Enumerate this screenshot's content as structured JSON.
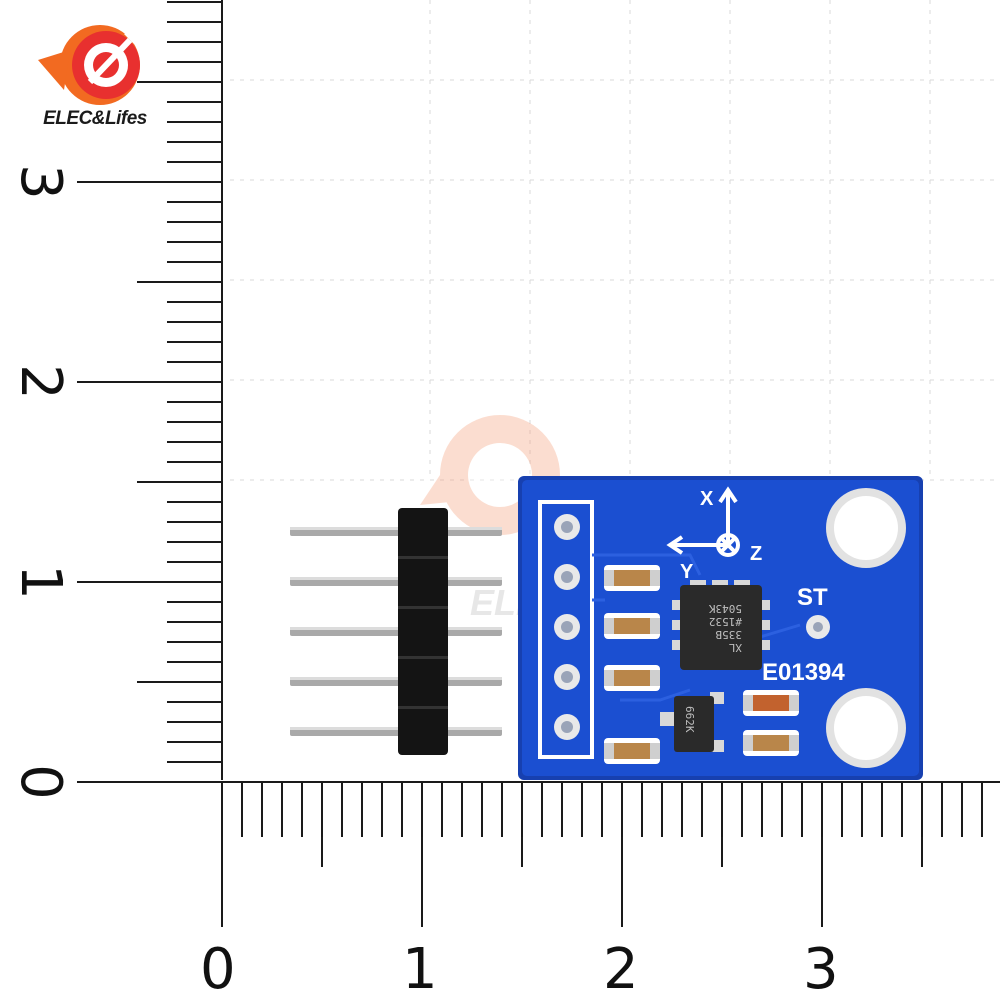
{
  "logo": {
    "text": "ELEC&Lifes",
    "colors": {
      "orange": "#f26a21",
      "red": "#e8302f",
      "text_dark": "#1b1b1b",
      "text_orange": "#ef5a24"
    }
  },
  "ruler": {
    "horizontal_labels": [
      "0",
      "1",
      "2",
      "3"
    ],
    "vertical_labels": [
      "0",
      "1",
      "2",
      "3"
    ]
  },
  "board": {
    "model_label": "E01394",
    "self_test_label": "ST",
    "axis_labels": {
      "x": "X",
      "y": "Y",
      "z": "Z"
    },
    "chip_markings": [
      "XL",
      "335B",
      "#1532",
      "5043K"
    ],
    "regulator_marking": "662K",
    "colors": {
      "pcb": "#1b4fd1",
      "pcb_edge": "#1740b0",
      "pad": "#e9e9e9",
      "header": "#1a1a1a",
      "pin": "#b8b8b8"
    }
  },
  "watermark": {
    "text": "ELEC&Lifes"
  }
}
